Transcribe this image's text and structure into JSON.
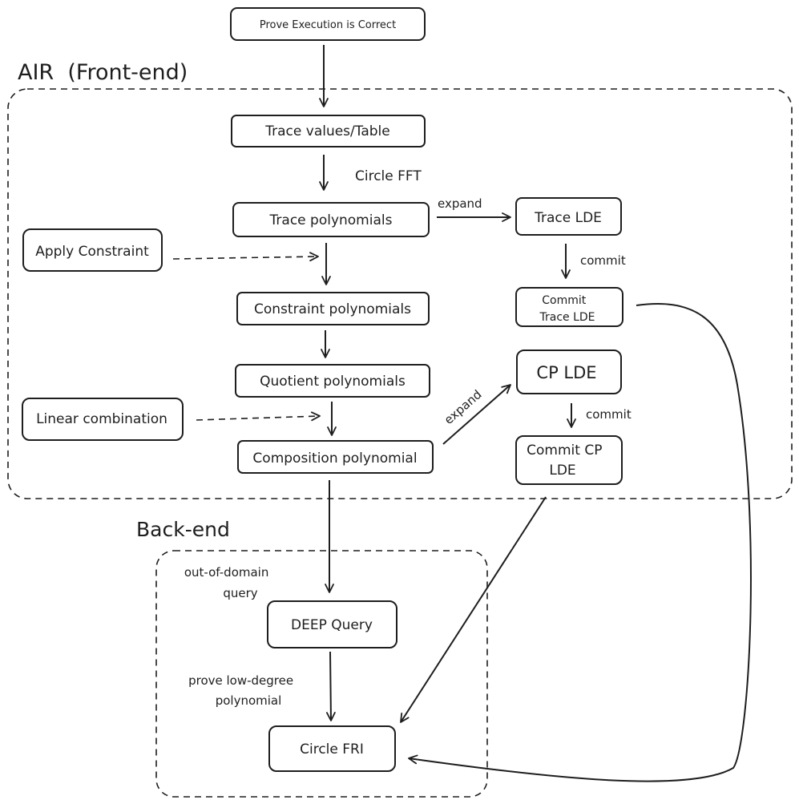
{
  "diagram": {
    "regions": [
      {
        "id": "front",
        "label": "AIR  (Front-end)"
      },
      {
        "id": "back",
        "label": "Back-end"
      }
    ],
    "nodes": [
      {
        "id": "prove",
        "label": "Prove Execution is Correct"
      },
      {
        "id": "trace_values",
        "label": "Trace values/Table"
      },
      {
        "id": "trace_poly",
        "label": "Trace polynomials"
      },
      {
        "id": "trace_lde",
        "label": "Trace LDE"
      },
      {
        "id": "apply_constraint",
        "label": "Apply Constraint"
      },
      {
        "id": "constraint_poly",
        "label": "Constraint polynomials"
      },
      {
        "id": "commit_trace_lde",
        "label": "Commit\nTrace LDE"
      },
      {
        "id": "quotient_poly",
        "label": "Quotient polynomials"
      },
      {
        "id": "cp_lde",
        "label": "CP LDE"
      },
      {
        "id": "linear_combination",
        "label": "Linear combination"
      },
      {
        "id": "composition_poly",
        "label": "Composition polynomial"
      },
      {
        "id": "commit_cp_lde",
        "label": "Commit CP\nLDE"
      },
      {
        "id": "deep_query",
        "label": "DEEP Query"
      },
      {
        "id": "circle_fri",
        "label": "Circle FRI"
      }
    ],
    "edges": [
      {
        "id": "e_prove_trace",
        "from": "prove",
        "to": "trace_values",
        "label": "",
        "style": "solid"
      },
      {
        "id": "e_trace_poly",
        "from": "trace_values",
        "to": "trace_poly",
        "label": "Circle FFT",
        "style": "solid"
      },
      {
        "id": "e_trace_lde",
        "from": "trace_poly",
        "to": "trace_lde",
        "label": "expand",
        "style": "solid"
      },
      {
        "id": "e_apply",
        "from": "apply_constraint",
        "to": "constraint_poly",
        "label": "",
        "style": "dashed"
      },
      {
        "id": "e_constraint",
        "from": "trace_poly",
        "to": "constraint_poly",
        "label": "",
        "style": "solid"
      },
      {
        "id": "e_commit_trace",
        "from": "trace_lde",
        "to": "commit_trace_lde",
        "label": "commit",
        "style": "solid"
      },
      {
        "id": "e_quotient",
        "from": "constraint_poly",
        "to": "quotient_poly",
        "label": "",
        "style": "solid"
      },
      {
        "id": "e_linear",
        "from": "linear_combination",
        "to": "composition_poly",
        "label": "",
        "style": "dashed"
      },
      {
        "id": "e_composition",
        "from": "quotient_poly",
        "to": "composition_poly",
        "label": "",
        "style": "solid"
      },
      {
        "id": "e_cp_lde",
        "from": "composition_poly",
        "to": "cp_lde",
        "label": "expand",
        "style": "solid"
      },
      {
        "id": "e_commit_cp",
        "from": "cp_lde",
        "to": "commit_cp_lde",
        "label": "commit",
        "style": "solid"
      },
      {
        "id": "e_deep",
        "from": "composition_poly",
        "to": "deep_query",
        "label": "out-of-domain\nquery",
        "style": "solid"
      },
      {
        "id": "e_fri",
        "from": "deep_query",
        "to": "circle_fri",
        "label": "prove low-degree\npolynomial",
        "style": "solid"
      },
      {
        "id": "e_cp_to_fri",
        "from": "commit_cp_lde",
        "to": "circle_fri",
        "label": "",
        "style": "solid"
      },
      {
        "id": "e_trace_to_fri",
        "from": "commit_trace_lde",
        "to": "circle_fri",
        "label": "",
        "style": "solid"
      }
    ]
  }
}
